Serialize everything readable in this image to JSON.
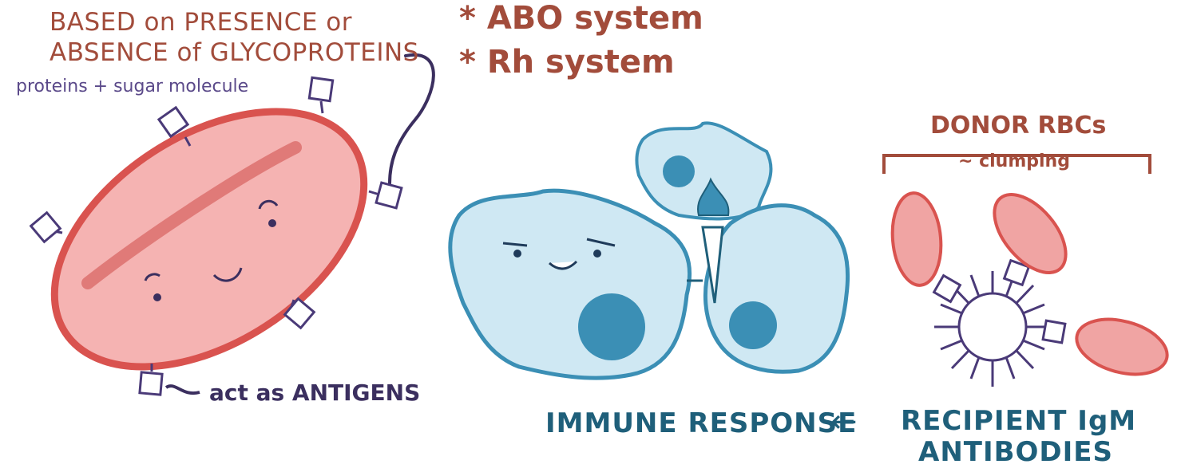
{
  "left_panel": {
    "heading_line1": "BASED on PRESENCE or",
    "heading_line2": "ABSENCE of GLYCOPROTEINS",
    "sub_label": "proteins + sugar molecule",
    "antigen_label": "act as ANTIGENS"
  },
  "systems": {
    "item1": "* ABO system",
    "item2": "* Rh system"
  },
  "right_panel": {
    "donor_title": "DONOR RBCs",
    "clumping_label": "~ clumping",
    "immune_label": "IMMUNE RESPONSE",
    "arrow": "←",
    "recipient_line1": "RECIPIENT IgM",
    "recipient_line2": "ANTIBODIES"
  },
  "colors": {
    "text_brown": "#a24c3b",
    "text_purple": "#5b4a8a",
    "text_teal": "#1f5f7a",
    "rbc_fill": "#f0a4a3",
    "rbc_outline": "#d9534f",
    "immune_cell_fill": "#cfe8f3",
    "immune_nucleus": "#3b8fb5",
    "antigen_box": "#4a3a78"
  }
}
